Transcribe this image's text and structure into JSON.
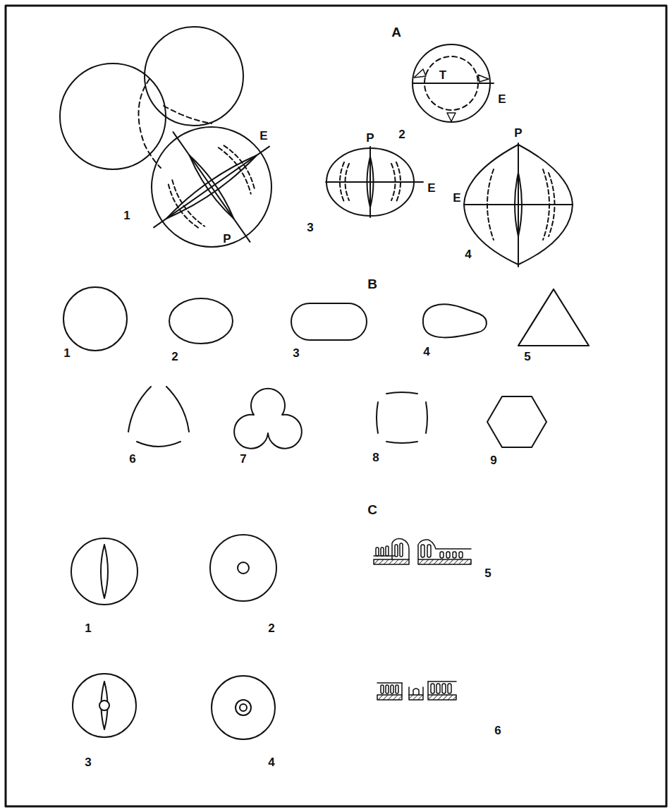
{
  "diagram": {
    "labels": [
      "A",
      "E",
      "P",
      "1",
      "T",
      "E",
      "2",
      "P",
      "E",
      "3",
      "P",
      "E",
      "4",
      "B",
      "1",
      "2",
      "3",
      "4",
      "5",
      "6",
      "7",
      "8",
      "9",
      "C",
      "1",
      "2",
      "3",
      "4",
      "5",
      "6"
    ]
  }
}
